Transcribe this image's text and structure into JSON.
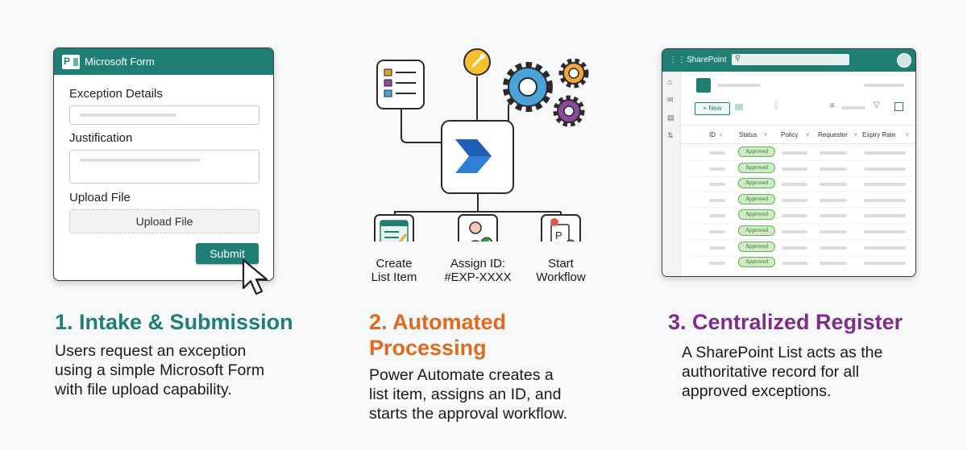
{
  "panel1": {
    "form_title": "Microsoft Form",
    "exception_label": "Exception Details",
    "justification_label": "Justification",
    "upload_label": "Upload File",
    "upload_button": "Upload File",
    "submit_button": "Submit",
    "heading": "1. Intake & Submission",
    "body": [
      "Users request an exception",
      "using a simple Microsoft Form",
      "with file upload capability."
    ],
    "color": "#1f7f75"
  },
  "panel2": {
    "steps": [
      {
        "line1": "Create",
        "line2": "List Item"
      },
      {
        "line1": "Assign ID:",
        "line2": "#EXP-XXXX"
      },
      {
        "line1": "Start",
        "line2": "Workflow"
      }
    ],
    "heading_line1": "2. Automated",
    "heading_line2": "Processing",
    "body": [
      "Power Automate creates a",
      "list item, assigns an ID, and",
      "starts the approval workflow."
    ],
    "color": "#e06a1c"
  },
  "panel3": {
    "app_name": "SharePoint",
    "new_button": "+ New",
    "columns": [
      "ID",
      "Status",
      "Policy",
      "Requester",
      "Expiry Rate"
    ],
    "rows": [
      "Approved",
      "Approved",
      "Approved",
      "Approved",
      "Approved",
      "Approved",
      "Approved",
      "Approved"
    ],
    "heading": "3. Centralized Register",
    "body": [
      "A SharePoint List acts as the",
      "authoritative record for all",
      "approved exceptions."
    ],
    "color": "#7b2f86"
  }
}
